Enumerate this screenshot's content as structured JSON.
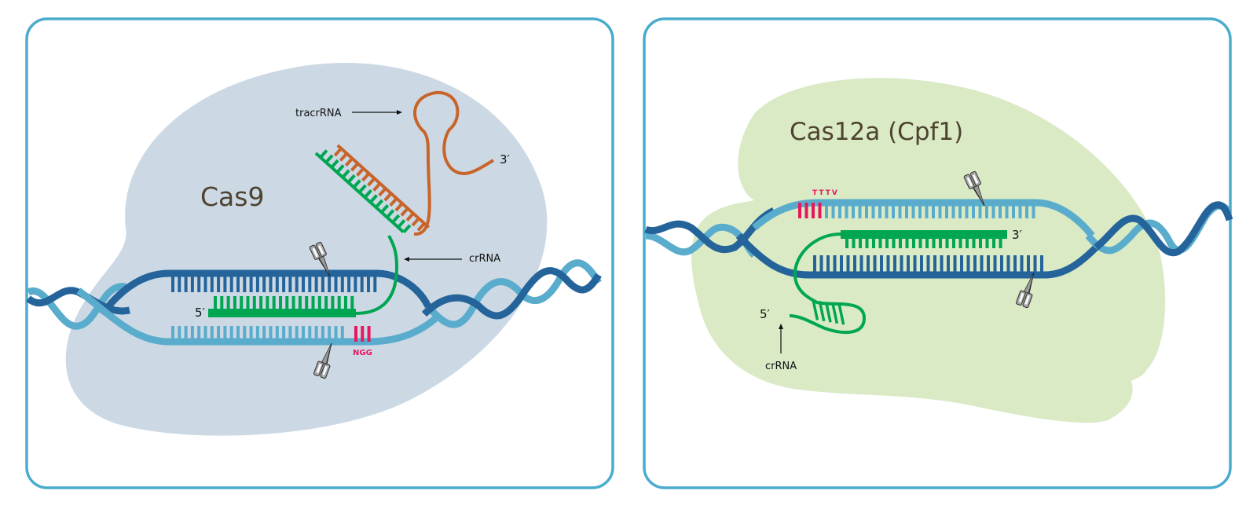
{
  "colors": {
    "panel_border": "#4aaccc",
    "cas9_body": "#ccd9e4",
    "cas12_body": "#d9eac5",
    "dna_dark": "#24649a",
    "dna_light": "#5aaccd",
    "crrna": "#00a651",
    "tracrrna": "#c8642a",
    "pam": "#e8175d",
    "title_text": "#4e4230",
    "scissors": "#777777"
  },
  "panels": [
    {
      "id": "cas9",
      "title": "Cas9",
      "labels": {
        "tracrrna": "tracrRNA",
        "crrna": "crRNA",
        "three_prime": "3′",
        "five_prime": "5′",
        "pam": "NGG"
      }
    },
    {
      "id": "cas12a",
      "title": "Cas12a (Cpf1)",
      "labels": {
        "crrna": "crRNA",
        "three_prime": "3′",
        "five_prime": "5′",
        "pam": "TTTV"
      }
    }
  ]
}
